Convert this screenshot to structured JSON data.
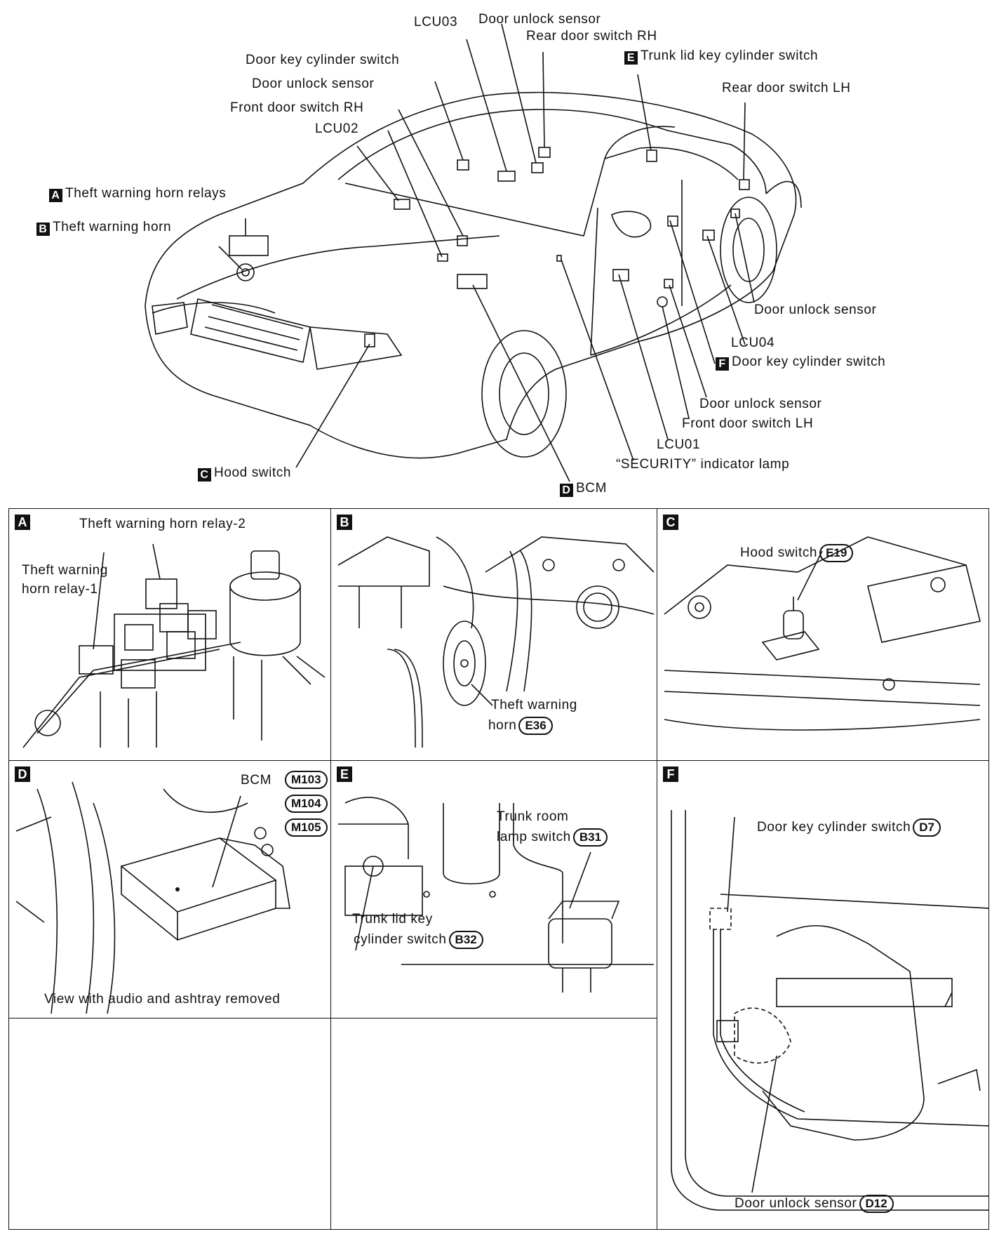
{
  "overview": {
    "labels": {
      "lcu03": "LCU03",
      "door_unlock_sensor_top": "Door unlock sensor",
      "rear_door_switch_rh": "Rear door switch RH",
      "trunk_lid_key_cylinder_switch": "Trunk lid key cylinder switch",
      "door_key_cylinder_switch_rh": "Door key cylinder switch",
      "door_unlock_sensor_rh": "Door unlock sensor",
      "front_door_switch_rh": "Front door switch RH",
      "rear_door_switch_lh": "Rear door switch LH",
      "lcu02": "LCU02",
      "theft_warning_horn_relays": "Theft warning horn relays",
      "theft_warning_horn": "Theft warning horn",
      "door_unlock_sensor_rear_lh": "Door unlock sensor",
      "lcu04": "LCU04",
      "door_key_cylinder_switch_lh": "Door key cylinder switch",
      "door_unlock_sensor_front_lh": "Door unlock sensor",
      "front_door_switch_lh": "Front door switch LH",
      "lcu01": "LCU01",
      "security_indicator_lamp": "“SECURITY” indicator lamp",
      "hood_switch": "Hood switch",
      "bcm": "BCM"
    },
    "tags": {
      "a": "A",
      "b": "B",
      "c": "C",
      "d": "D",
      "e": "E",
      "f": "F"
    }
  },
  "panels": {
    "a": {
      "tag": "A",
      "relay2": "Theft warning horn relay-2",
      "relay1": "Theft warning\nhorn relay-1"
    },
    "b": {
      "tag": "B",
      "horn_line1": "Theft warning",
      "horn_line2": "horn",
      "connector": "E36"
    },
    "c": {
      "tag": "C",
      "label": "Hood switch",
      "connector": "E19"
    },
    "d": {
      "tag": "D",
      "label": "BCM",
      "connectors": [
        "M103",
        "M104",
        "M105"
      ],
      "caption": "View with audio and ashtray removed"
    },
    "e": {
      "tag": "E",
      "trunk_room_line1": "Trunk room",
      "trunk_room_line2": "lamp switch",
      "connector_lamp": "B31",
      "trunk_key_line1": "Trunk lid key",
      "trunk_key_line2": "cylinder switch",
      "connector_key": "B32"
    },
    "f": {
      "tag": "F",
      "key_switch": "Door key cylinder switch",
      "connector_key": "D7",
      "unlock_sensor": "Door unlock sensor",
      "connector_sensor": "D12"
    }
  }
}
